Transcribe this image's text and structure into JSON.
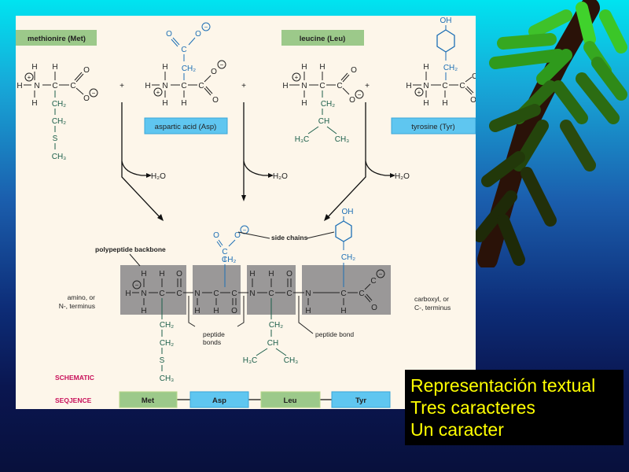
{
  "slide": {
    "colors": {
      "green_label": "#9cc98a",
      "blue_label": "#5fc6f0",
      "side_chain_blue": "#1d6fb5",
      "side_chain_green": "#1b5e4a",
      "magenta_label": "#c8105a",
      "backbone_gray": "#9a9898",
      "caption_text": "#ffff00"
    },
    "amino_acids": {
      "met": {
        "label": "methionire (Met)"
      },
      "asp": {
        "label": "aspartic acid (Asp)"
      },
      "leu": {
        "label": "leucine (Leu)"
      },
      "tyr": {
        "label": "tyrosine (Tyr)"
      }
    },
    "operators": {
      "plus": "+"
    },
    "water": "H₂O",
    "atoms": {
      "H": "H",
      "N": "N",
      "C": "C",
      "O": "O",
      "S": "S",
      "OH": "OH",
      "CH2": "CH₂",
      "CH3": "CH₃",
      "CH": "CH",
      "H3C": "H₃C",
      "plus_charge": "+",
      "minus_charge": "−"
    },
    "annotations": {
      "polypeptide_backbone": "polypeptide backbone",
      "side_chains": "side chains",
      "amino_terminus_1": "amino, or",
      "amino_terminus_2": "N-, terminus",
      "carboxyl_terminus_1": "carboxyl, or",
      "carboxyl_terminus_2": "C-, terminus",
      "peptide_bonds_1": "peptide",
      "peptide_bonds_2": "bonds",
      "peptide_bond": "peptide bond"
    },
    "row_labels": {
      "schematic": "SCHEMATIC",
      "sequence": "SEQJENCE"
    },
    "sequence": [
      {
        "label": "Met",
        "kind": "green"
      },
      {
        "label": "Asp",
        "kind": "blue"
      },
      {
        "label": "Leu",
        "kind": "green"
      },
      {
        "label": "Tyr",
        "kind": "blue"
      }
    ],
    "caption": {
      "line1": "Representación textual",
      "line2": "Tres caracteres",
      "line3": "Un caracter"
    }
  }
}
